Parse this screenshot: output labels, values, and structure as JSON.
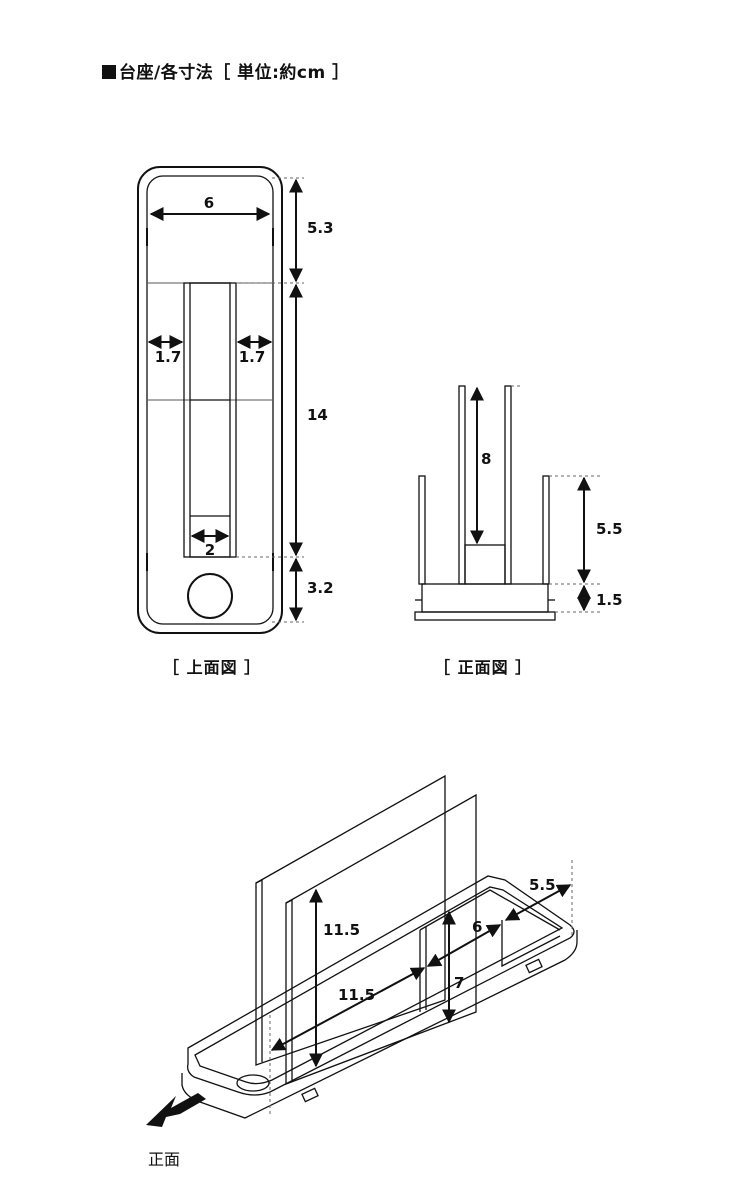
{
  "title": "台座/各寸法［ 単位:約cm ］",
  "top_view": {
    "caption": "［ 上面図 ］",
    "dims": {
      "width": "6",
      "top_depth": "5.3",
      "slot_length": "14",
      "front_depth": "3.2",
      "side_left": "1.7",
      "side_right": "1.7",
      "slot_width": "2"
    }
  },
  "front_view": {
    "caption": "［ 正面図 ］",
    "dims": {
      "slot_height": "8",
      "wall_height": "5.5",
      "base_height": "1.5"
    }
  },
  "perspective_view": {
    "dims": {
      "panel_height": "11.5",
      "panel_length": "11.5",
      "pocket_width": "6",
      "pocket_height": "7",
      "pocket_depth": "5.5"
    },
    "front_label": "正面"
  }
}
